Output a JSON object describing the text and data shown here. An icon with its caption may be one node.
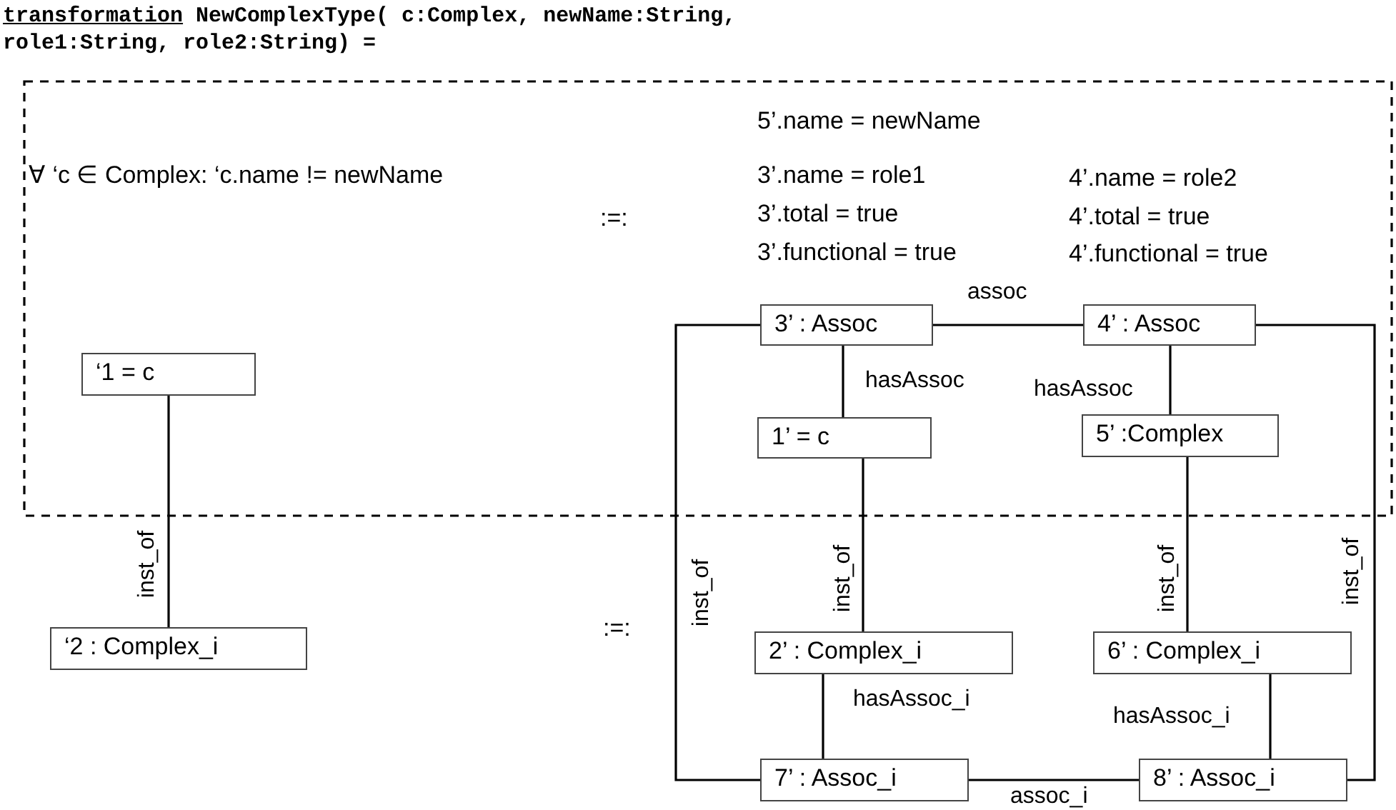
{
  "diagram": {
    "title": "transformation NewComplexType( c:Complex, newName:String, role1:String, role2:String) =",
    "nodes": [
      {
        "text": [
          "‘1 = c"
        ]
      },
      {
        "text": [
          "‘2 : Complex_i"
        ]
      },
      {
        "text": [
          "3’ : Assoc"
        ]
      },
      {
        "text": [
          "4’ : Assoc"
        ]
      },
      {
        "text": [
          "1’ = c"
        ]
      },
      {
        "text": [
          "5’ :Complex"
        ]
      },
      {
        "text": [
          "2’ : Complex_i"
        ]
      },
      {
        "text": [
          "6’ : Complex_i"
        ]
      },
      {
        "text": [
          "7’ : Assoc_i"
        ]
      },
      {
        "text": [
          "8’ : Assoc_i"
        ]
      }
    ],
    "edges": [
      {
        "from": 0,
        "to": 1,
        "arrow": "none",
        "label": "inst_of"
      },
      {
        "from": 2,
        "to": 3,
        "arrow": "none",
        "label": "assoc"
      },
      {
        "from": 2,
        "to": 4,
        "arrow": "none",
        "label": "hasAssoc"
      },
      {
        "from": 3,
        "to": 5,
        "arrow": "none",
        "label": "hasAssoc"
      },
      {
        "from": 4,
        "to": 6,
        "arrow": "none",
        "label": "inst_of"
      },
      {
        "from": 5,
        "to": 7,
        "arrow": "none",
        "label": "inst_of"
      },
      {
        "from": 6,
        "to": 8,
        "arrow": "none",
        "label": "hasAssoc_i"
      },
      {
        "from": 7,
        "to": 9,
        "arrow": "none",
        "label": "hasAssoc_i"
      },
      {
        "from": 8,
        "to": 9,
        "arrow": "none",
        "label": "assoc_i"
      },
      {
        "from": 2,
        "to": 8,
        "arrow": "none",
        "label": "inst_of"
      },
      {
        "from": 3,
        "to": 9,
        "arrow": "none",
        "label": "inst_of"
      }
    ],
    "labels": [
      "5’.name = newName",
      "∀ ‘c ∈ Complex: ‘c.name != newName",
      "3’.name = role1",
      "4’.name = role2",
      "3’.total = true",
      "4’.total = true",
      ":=:",
      "3’.functional = true",
      "4’.functional = true",
      ":=:"
    ]
  }
}
